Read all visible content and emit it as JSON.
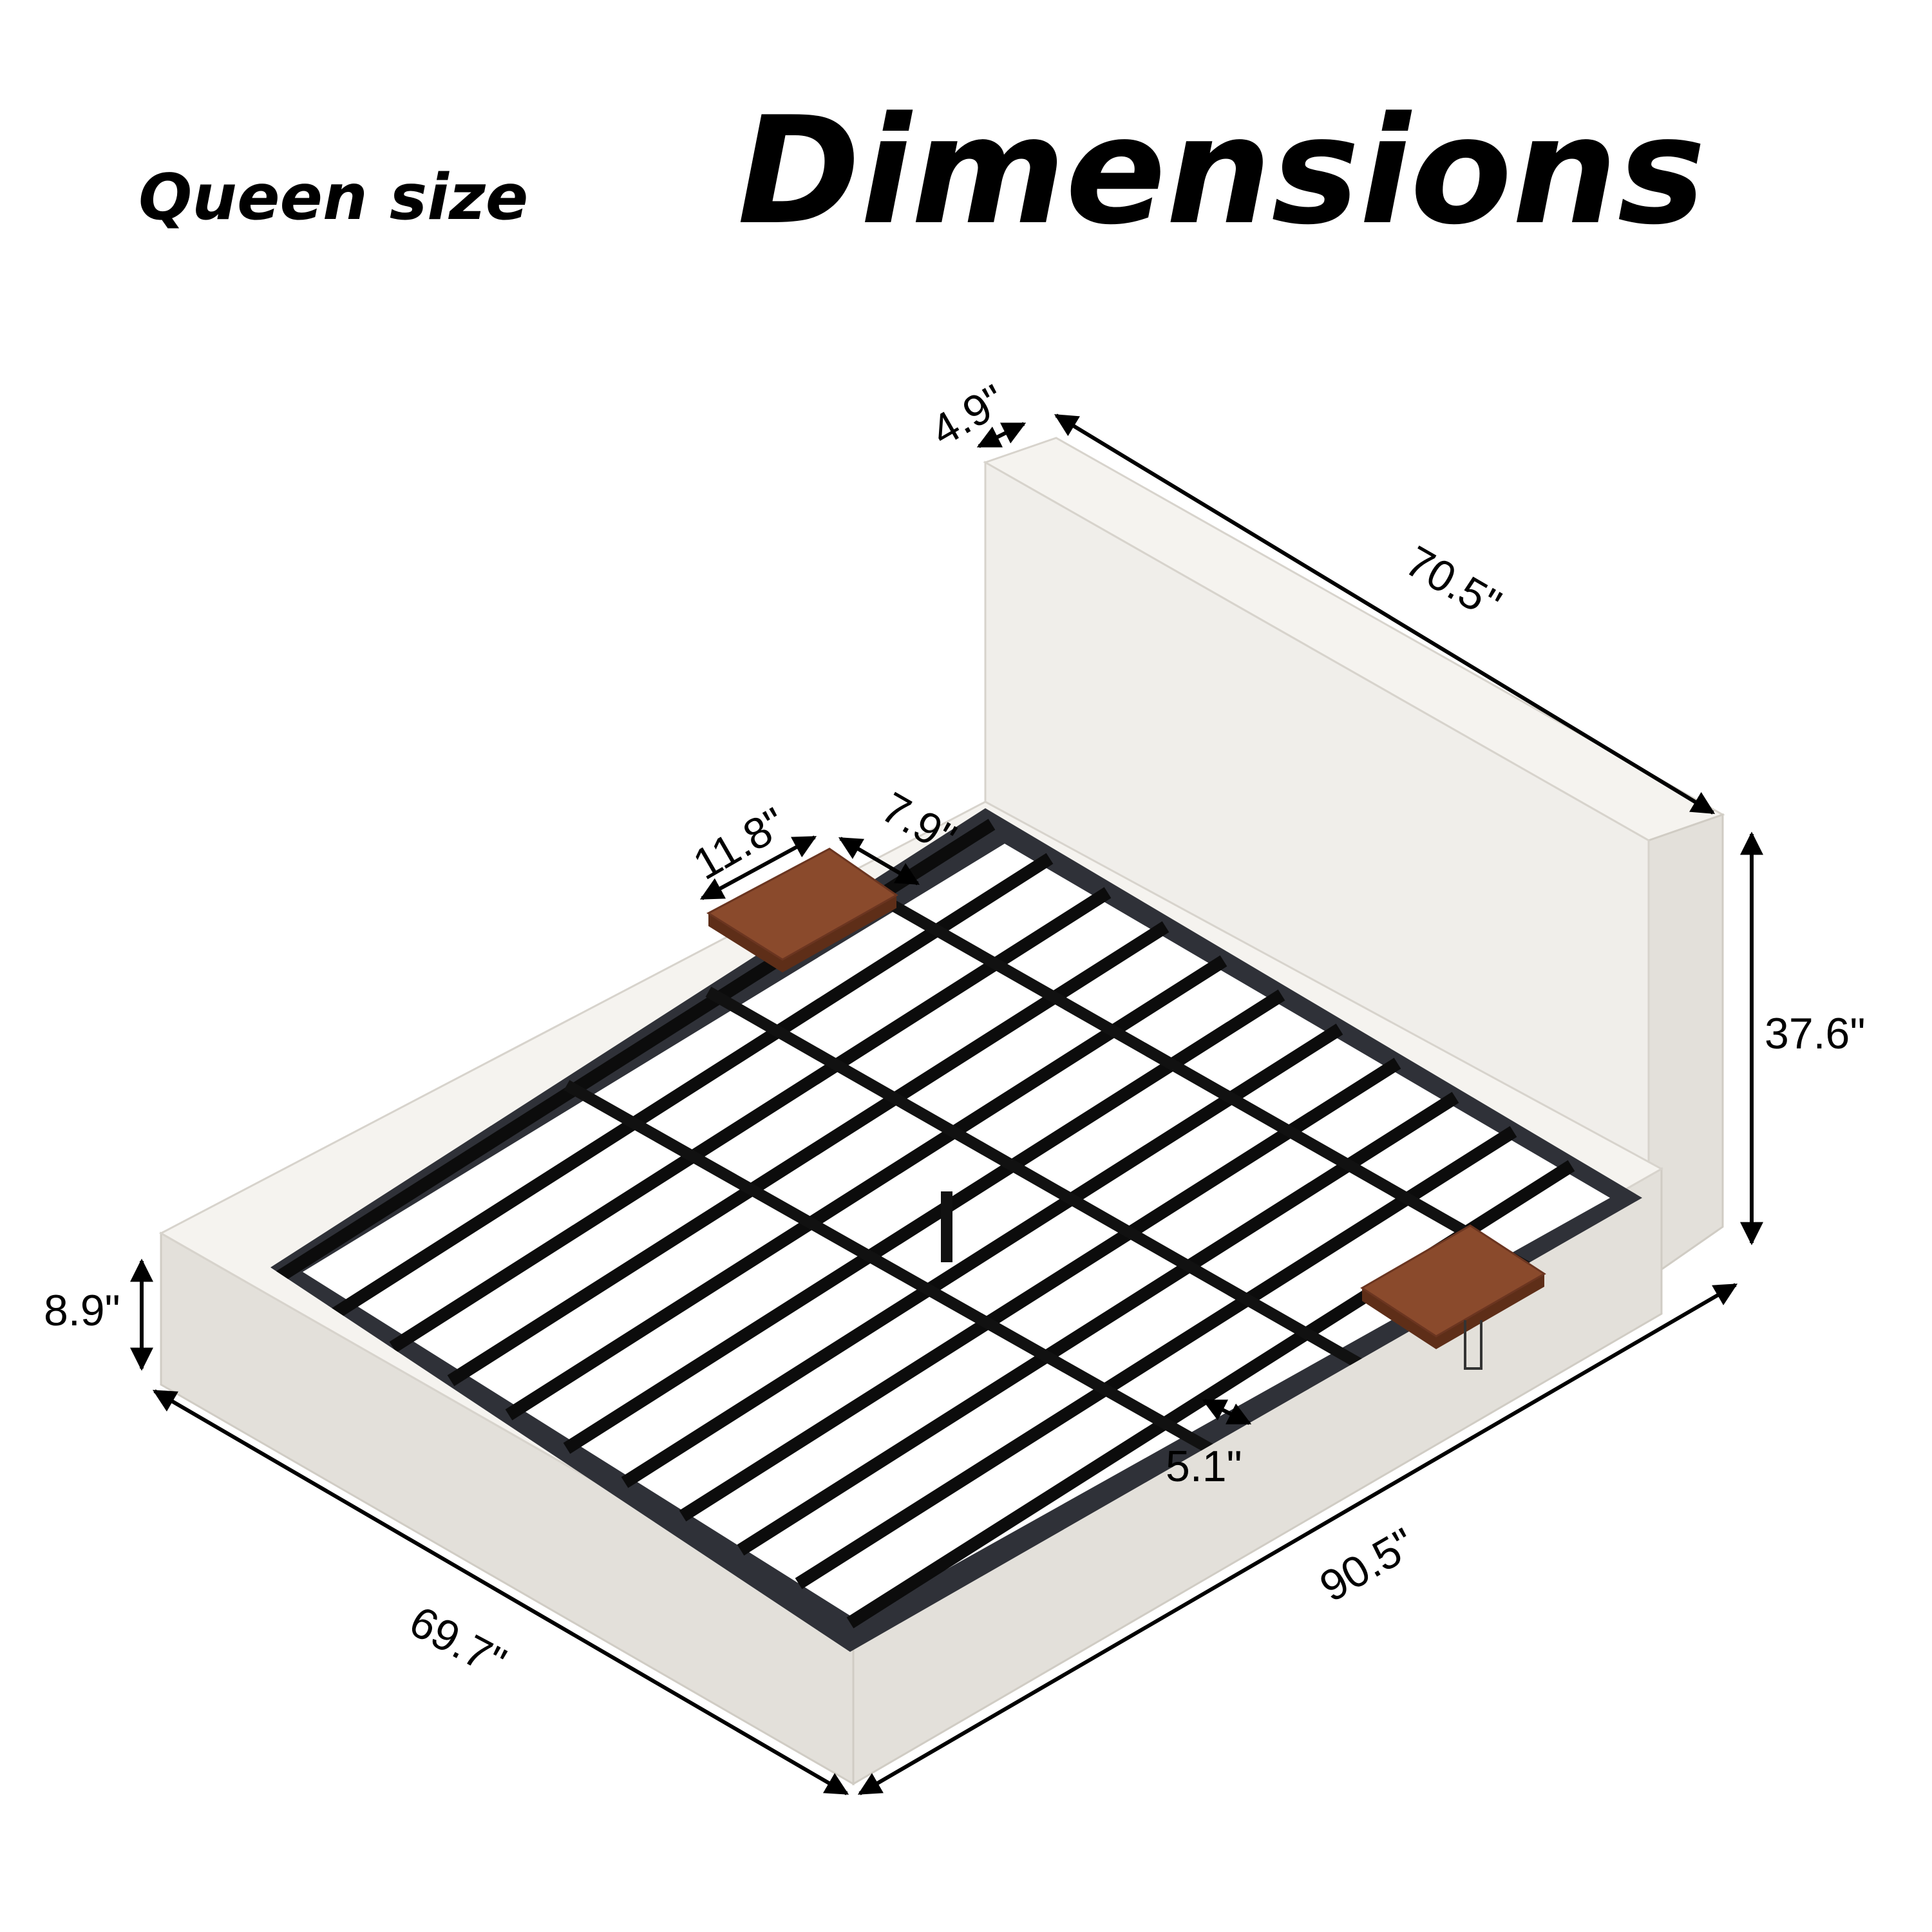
{
  "header": {
    "size_label": "Queen size",
    "title": "Dimensions"
  },
  "dimensions": {
    "headboard_depth": "4.9\"",
    "headboard_width": "70.5\"",
    "headboard_height": "37.6\"",
    "shelf_width": "11.8\"",
    "shelf_depth": "7.9\"",
    "frame_height": "8.9\"",
    "frame_width": "69.7\"",
    "frame_length": "90.5\"",
    "side_rail_width": "5.1\""
  },
  "colors": {
    "upholstery": "#f0eeea",
    "slats": "#0c0c0c",
    "wood": "#8a4a2c"
  }
}
